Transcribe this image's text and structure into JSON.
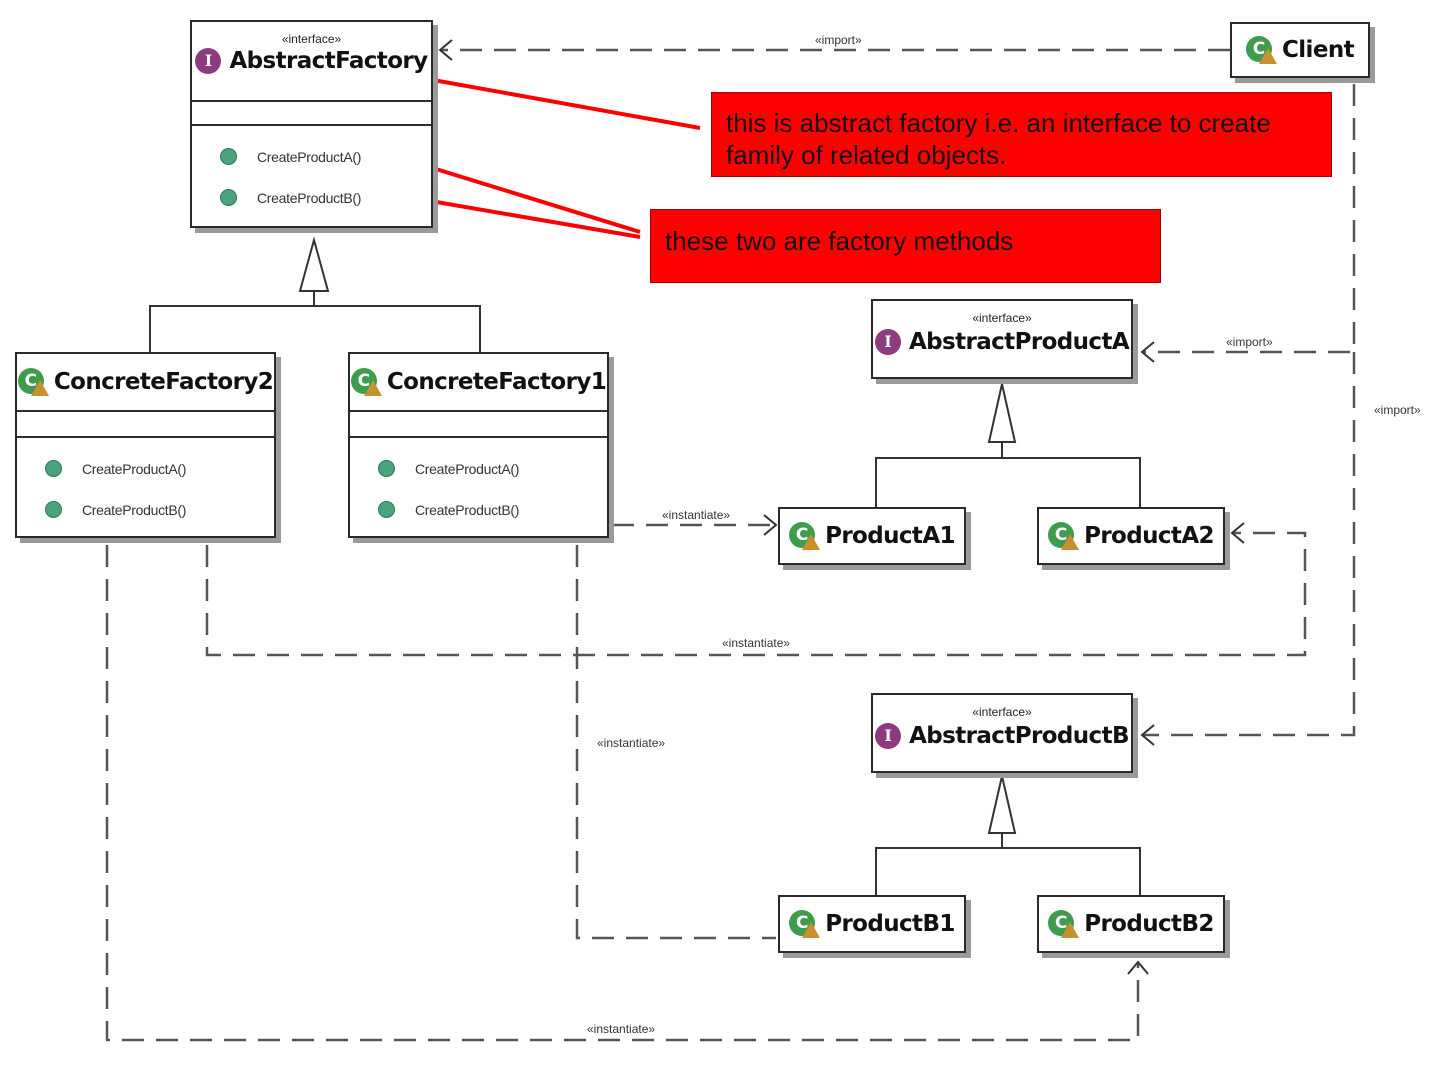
{
  "stereotypes": {
    "interface": "«interface»"
  },
  "classes": {
    "abstract_factory": {
      "name": "AbstractFactory",
      "methods": [
        "CreateProductA()",
        "CreateProductB()"
      ]
    },
    "concrete_factory2": {
      "name": "ConcreteFactory2",
      "methods": [
        "CreateProductA()",
        "CreateProductB()"
      ]
    },
    "concrete_factory1": {
      "name": "ConcreteFactory1",
      "methods": [
        "CreateProductA()",
        "CreateProductB()"
      ]
    },
    "client": {
      "name": "Client"
    },
    "abstract_product_a": {
      "name": "AbstractProductA"
    },
    "abstract_product_b": {
      "name": "AbstractProductB"
    },
    "product_a1": {
      "name": "ProductA1"
    },
    "product_a2": {
      "name": "ProductA2"
    },
    "product_b1": {
      "name": "ProductB1"
    },
    "product_b2": {
      "name": "ProductB2"
    }
  },
  "relation_labels": {
    "import": "«import»",
    "instantiate": "«instantiate»"
  },
  "icons": {
    "interface": "interface-icon",
    "class": "class-icon",
    "method": "method-dot-icon"
  },
  "icon_letters": {
    "interface": "I",
    "class": "C"
  },
  "notes": {
    "abstract_factory": "this is abstract factory i.e. an interface to create family of related objects.",
    "factory_methods": "these two are factory methods"
  },
  "colors": {
    "note_fill": "#ff0000",
    "note_connector": "#ff0000",
    "interface_icon": "#8e3a7e",
    "class_icon": "#3e9c4d",
    "method_dot": "#4aa37c"
  }
}
